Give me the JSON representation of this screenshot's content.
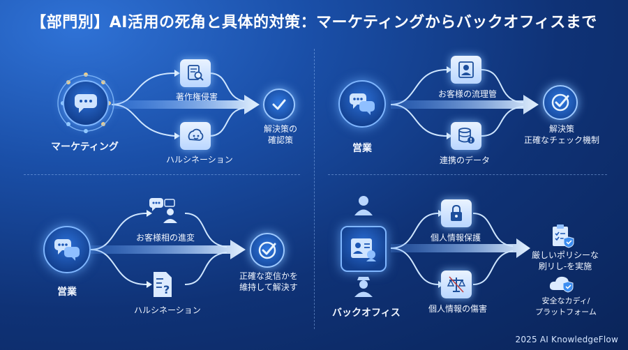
{
  "title": "【部門別】AI活用の死角と具体的対策：マーケティングからバックオフィスまで",
  "colors": {
    "bg_dark": "#0a2459",
    "bg_light": "#2f72d6",
    "flow": "#cfe6ff",
    "accent": "#7fb6ff"
  },
  "panels": {
    "marketing": {
      "department": "マーケティング",
      "risk_top": "著作権侵害",
      "risk_bottom": "ハルシネーション",
      "solution": [
        "解決策の",
        "確認策"
      ],
      "icons": [
        "chat-bubble-icon",
        "document-search-icon",
        "sparkle-face-icon",
        "checkmark-icon"
      ]
    },
    "sales_top": {
      "department": "営業",
      "risk_top": "お客様の流理管",
      "risk_bottom": "連携のデータ",
      "solution": [
        "解決策",
        "正確なチェック機制"
      ],
      "icons": [
        "chat-bubbles-icon",
        "customer-profile-icon",
        "database-alert-icon",
        "checkmark-icon"
      ]
    },
    "sales_bottom": {
      "department": "営業",
      "risk_top": "お客様相の進変",
      "risk_bottom": "ハルシネーション",
      "solution": [
        "正確な変信かを",
        "維持して解決す"
      ],
      "icons": [
        "chat-bubbles-icon",
        "people-chat-icon",
        "document-question-icon",
        "checkmark-icon"
      ]
    },
    "back_office": {
      "department": "バックオフィス",
      "risk_top": "個人情報保護",
      "risk_bottom": "個人情報の傷害",
      "solution_1": [
        "厳しいポリシーな",
        "刷リし-を実施"
      ],
      "solution_2": [
        "安全なカディ/",
        "プラットフォーム"
      ],
      "icons": [
        "user-icon",
        "id-card-icon",
        "officer-icon",
        "lock-icon",
        "scales-icon",
        "clipboard-shield-icon",
        "cloud-shield-icon"
      ]
    }
  },
  "footer": "2025 AI KnowledgeFlow"
}
